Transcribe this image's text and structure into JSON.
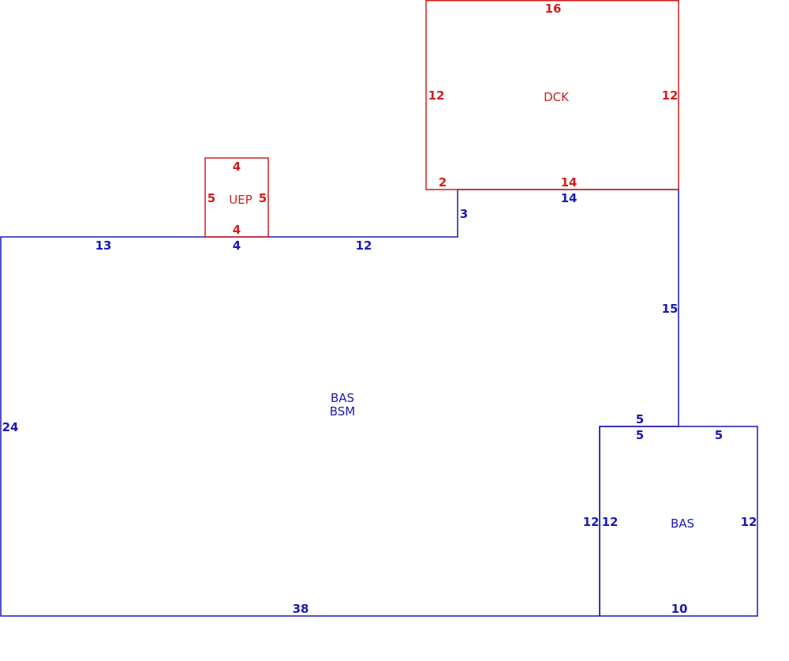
{
  "colors": {
    "blue": "#1a1ab4",
    "red": "#d21e1e"
  },
  "areas": {
    "dck": {
      "label": "DCK",
      "top": "16",
      "left": "12",
      "right": "12",
      "bottom_left": "2",
      "bottom": "14"
    },
    "uep": {
      "label": "UEP",
      "top": "4",
      "left": "5",
      "right": "5",
      "bottom": "4"
    },
    "main": {
      "label_line1": "BAS",
      "label_line2": "BSM",
      "top_left": "13",
      "top_mid": "4",
      "top_right": "12",
      "step": "3",
      "step_top": "14",
      "right": "15",
      "left": "24",
      "bottom": "38",
      "notch_top": "5",
      "notch_right": "12"
    },
    "bas": {
      "label": "BAS",
      "top_left": "5",
      "top_right": "5",
      "left": "12",
      "right": "12",
      "bottom": "10"
    }
  }
}
